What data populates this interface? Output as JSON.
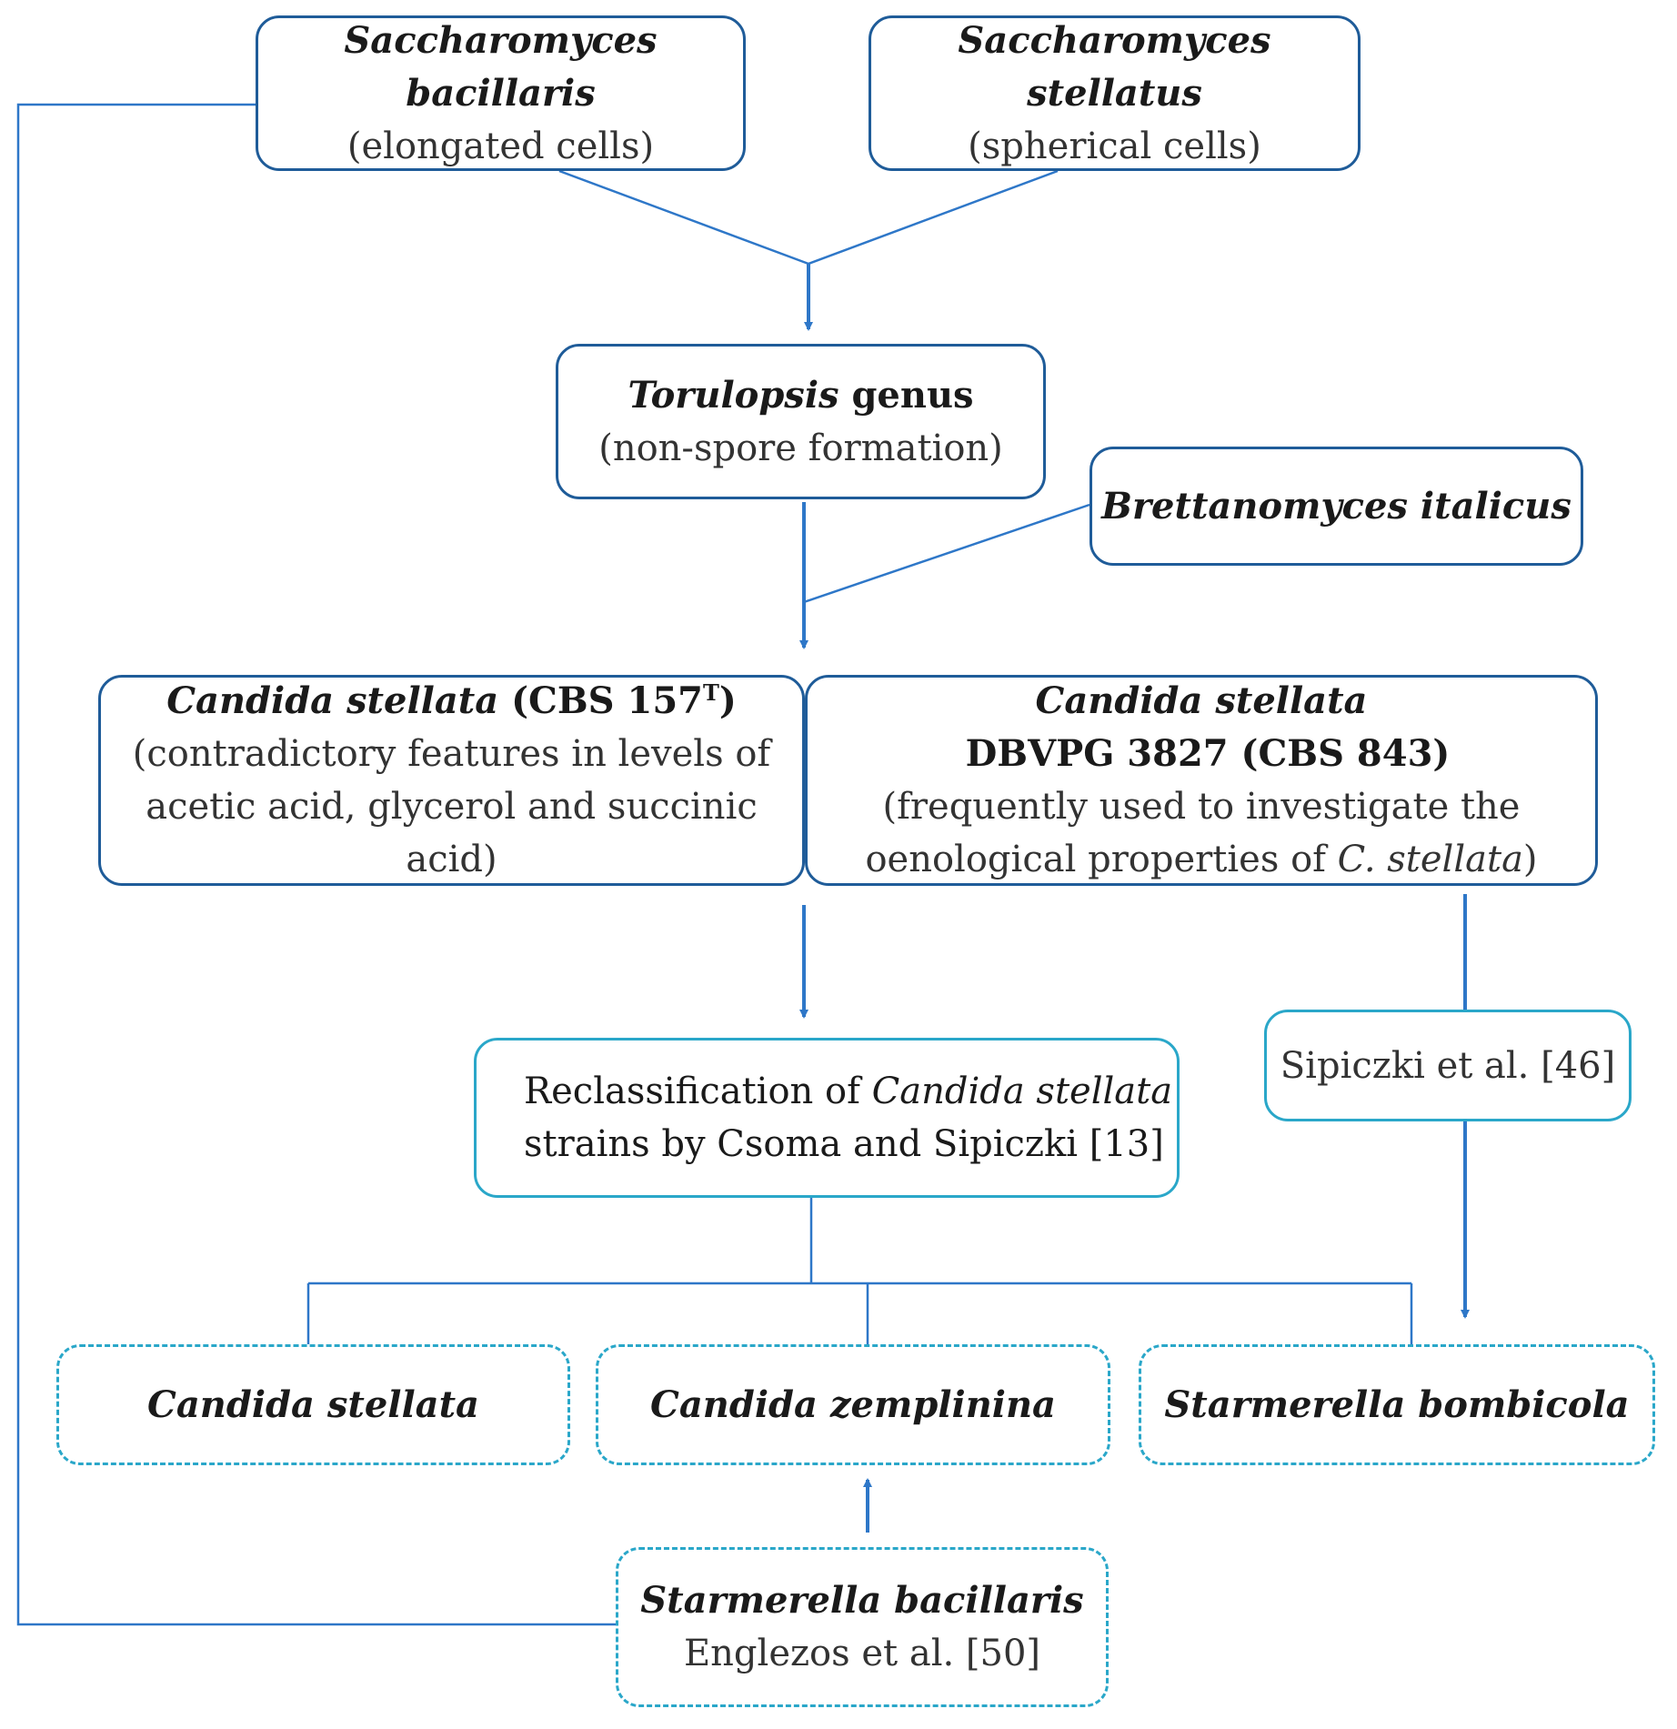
{
  "colors": {
    "dark_line": "#1f5c99",
    "arrow_line": "#2e77c8",
    "cyan_line": "#2aa7c9"
  },
  "s_bacillaris": {
    "name": "Saccharomyces bacillaris",
    "note": "(elongated cells)"
  },
  "s_stellatus": {
    "name": "Saccharomyces stellatus",
    "note": "(spherical cells)"
  },
  "torulopsis": {
    "name": "Torulopsis",
    "suffix": " genus",
    "note": "(non-spore formation)"
  },
  "brettanomyces": {
    "name": "Brettanomyces italicus"
  },
  "cbs157": {
    "name": "Candida stellata",
    "code": " (CBS 157",
    "sup": "T",
    "close": ")",
    "line2": "(contradictory features in levels of",
    "line3": "acetic acid, glycerol and succinic acid)"
  },
  "dbvpg": {
    "name": "Candida stellata",
    "code": " DBVPG 3827 (CBS 843)",
    "line2": "(frequently used to investigate the",
    "line3_a": "oenological properties of ",
    "line3_i": "C. stellata",
    "line3_b": ")"
  },
  "reclass": {
    "line1_a": "Reclassification of ",
    "line1_i": "Candida stellata",
    "line2": "strains by Csoma and Sipiczki [13]"
  },
  "sipiczki": {
    "text": "Sipiczki et al. [46]"
  },
  "c_stellata": {
    "name": "Candida stellata"
  },
  "c_zemplinina": {
    "name": "Candida zemplinina"
  },
  "s_bombicola": {
    "name": "Starmerella bombicola"
  },
  "st_bacillaris": {
    "name": "Starmerella bacillaris",
    "ref": "Englezos et al. [50]"
  }
}
